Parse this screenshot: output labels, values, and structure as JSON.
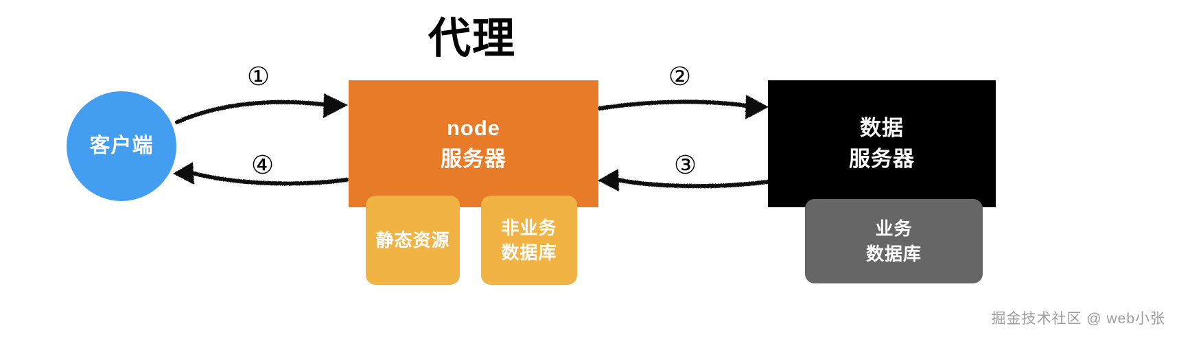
{
  "diagram": {
    "title": "代理",
    "watermark": "掘金技术社区 @ web小张",
    "colors": {
      "client": "#439DF0",
      "node_server": "#E87B28",
      "sub_box_yellow": "#F2B345",
      "data_server": "#000000",
      "sub_box_gray": "#666666",
      "arrow": "#111111",
      "background": "#FFFFFF"
    },
    "nodes": {
      "client": {
        "label": "客户端",
        "shape": "circle"
      },
      "node_server": {
        "line1": "node",
        "line2": "服务器",
        "shape": "rectangle"
      },
      "data_server": {
        "line1": "数据",
        "line2": "服务器",
        "shape": "rectangle"
      }
    },
    "sub_boxes": {
      "static_resource": {
        "line1": "静态资源",
        "line2": ""
      },
      "non_business_db": {
        "line1": "非业务",
        "line2": "数据库"
      },
      "business_db": {
        "line1": "业务",
        "line2": "数据库"
      }
    },
    "steps": [
      {
        "id": "step-1",
        "marker": "①",
        "from": "client",
        "to": "node_server",
        "direction": "right"
      },
      {
        "id": "step-2",
        "marker": "②",
        "from": "node_server",
        "to": "data_server",
        "direction": "right"
      },
      {
        "id": "step-3",
        "marker": "③",
        "from": "data_server",
        "to": "node_server",
        "direction": "left"
      },
      {
        "id": "step-4",
        "marker": "④",
        "from": "node_server",
        "to": "client",
        "direction": "left"
      }
    ]
  }
}
